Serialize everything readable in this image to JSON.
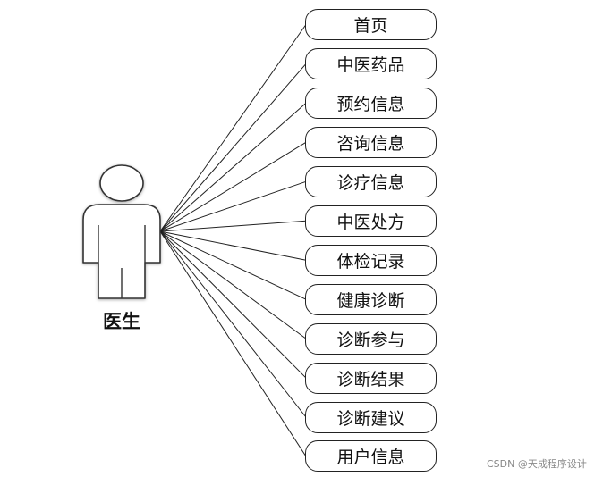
{
  "actor": {
    "label": "医生",
    "icon": "person-icon"
  },
  "use_cases": [
    {
      "label": "首页"
    },
    {
      "label": "中医药品"
    },
    {
      "label": "预约信息"
    },
    {
      "label": "咨询信息"
    },
    {
      "label": "诊疗信息"
    },
    {
      "label": "中医处方"
    },
    {
      "label": "体检记录"
    },
    {
      "label": "健康诊断"
    },
    {
      "label": "诊断参与"
    },
    {
      "label": "诊断结果"
    },
    {
      "label": "诊断建议"
    },
    {
      "label": "用户信息"
    }
  ],
  "watermark": "CSDN @天成程序设计"
}
